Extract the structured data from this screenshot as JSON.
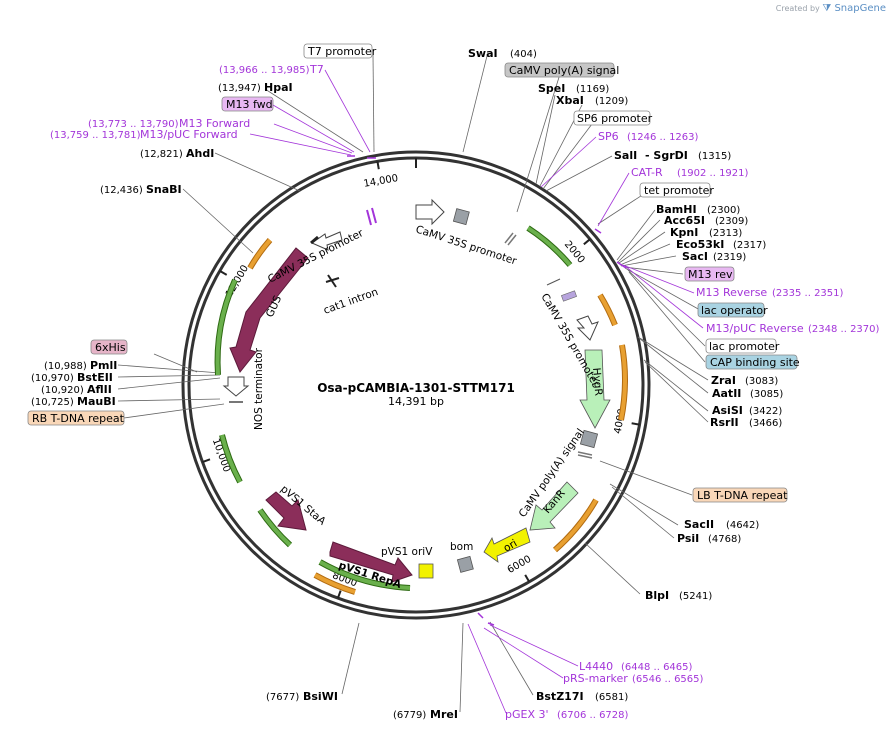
{
  "header": {
    "created_by": "Created by",
    "brand": "SnapGene"
  },
  "plasmid": {
    "name": "Osa-pCAMBIA-1301-STTM171",
    "length": "14,391 bp",
    "length_bp": 14391
  },
  "colors": {
    "backbone": "#333333",
    "primer": "#a335d9",
    "gus": "#8b2e5a",
    "orange_arrow": "#e8a031",
    "green_arrow": "#6ab04c",
    "ori": "#f2f200",
    "kanr": "#b9f0b9",
    "gray_box": "#9aa0a6",
    "label_gray": "#c6c6c6",
    "label_violet": "#e8b8f2",
    "label_blue": "#a9d3e2",
    "label_pink": "#e6b4c8",
    "label_peach": "#f9d7b8"
  },
  "ticks": [
    {
      "label": "2000",
      "pos": 2000
    },
    {
      "label": "4000",
      "pos": 4000
    },
    {
      "label": "6000",
      "pos": 6000
    },
    {
      "label": "8000",
      "pos": 8000
    },
    {
      "label": "10,000",
      "pos": 10000
    },
    {
      "label": "12,000",
      "pos": 12000
    },
    {
      "label": "14,000",
      "pos": 14000
    }
  ],
  "enzymes_right": [
    {
      "name": "SwaI",
      "pos": "(404)"
    },
    {
      "name": "SpeI",
      "pos": "(1169)"
    },
    {
      "name": "XbaI",
      "pos": "(1209)"
    },
    {
      "name": "SalI",
      "pos": ""
    },
    {
      "name": "- SgrDI",
      "pos": "(1315)"
    },
    {
      "name": "BamHI",
      "pos": "(2300)"
    },
    {
      "name": "Acc65I",
      "pos": "(2309)"
    },
    {
      "name": "KpnI",
      "pos": "(2313)"
    },
    {
      "name": "Eco53kI",
      "pos": "(2317)"
    },
    {
      "name": "SacI",
      "pos": "(2319)"
    },
    {
      "name": "ZraI",
      "pos": "(3083)"
    },
    {
      "name": "AatII",
      "pos": "(3085)"
    },
    {
      "name": "AsiSI",
      "pos": "(3422)"
    },
    {
      "name": "RsrII",
      "pos": "(3466)"
    },
    {
      "name": "SacII",
      "pos": "(4642)"
    },
    {
      "name": "PsiI",
      "pos": "(4768)"
    },
    {
      "name": "BlpI",
      "pos": "(5241)"
    },
    {
      "name": "BstZ17I",
      "pos": "(6581)"
    },
    {
      "name": "MreI",
      "pos": "(6779)"
    },
    {
      "name": "BsiWI",
      "pos": "(7677)"
    }
  ],
  "enzymes_left": [
    {
      "name": "HpaI",
      "pos": "(13,947)"
    },
    {
      "name": "AhdI",
      "pos": "(12,821)"
    },
    {
      "name": "SnaBI",
      "pos": "(12,436)"
    },
    {
      "name": "PmlI",
      "pos": "(10,988)"
    },
    {
      "name": "BstEII",
      "pos": "(10,970)"
    },
    {
      "name": "AflII",
      "pos": "(10,920)"
    },
    {
      "name": "MauBI",
      "pos": "(10,725)"
    }
  ],
  "primers": [
    {
      "name": "T7",
      "pos": "(13,966 .. 13,985)"
    },
    {
      "name": "M13 Forward",
      "pos": "(13,773 .. 13,790)"
    },
    {
      "name": "M13/pUC Forward",
      "pos": "(13,759 .. 13,781)"
    },
    {
      "name": "SP6",
      "pos": "(1246 .. 1263)"
    },
    {
      "name": "CAT-R",
      "pos": "(1902 .. 1921)"
    },
    {
      "name": "M13 Reverse",
      "pos": "(2335 .. 2351)"
    },
    {
      "name": "M13/pUC Reverse",
      "pos": "(2348 .. 2370)"
    },
    {
      "name": "L4440",
      "pos": "(6448 .. 6465)"
    },
    {
      "name": "pRS-marker",
      "pos": "(6546 .. 6565)"
    },
    {
      "name": "pGEX 3'",
      "pos": "(6706 .. 6728)"
    }
  ],
  "boxed_labels": [
    {
      "text": "T7 promoter"
    },
    {
      "text": "CaMV poly(A) signal"
    },
    {
      "text": "M13 fwd"
    },
    {
      "text": "SP6 promoter"
    },
    {
      "text": "tet promoter"
    },
    {
      "text": "M13 rev"
    },
    {
      "text": "lac operator"
    },
    {
      "text": "lac promoter"
    },
    {
      "text": "CAP binding site"
    },
    {
      "text": "6xHis"
    },
    {
      "text": "RB T-DNA repeat"
    },
    {
      "text": "LB T-DNA repeat"
    }
  ],
  "features": [
    {
      "name": "CaMV 35S promoter"
    },
    {
      "name": "CaMV 35S promoter"
    },
    {
      "name": "CaMV 35S promoter"
    },
    {
      "name": "cat1 intron"
    },
    {
      "name": "GUS"
    },
    {
      "name": "NOS terminator"
    },
    {
      "name": "HygR"
    },
    {
      "name": "CaMV poly(A) signal"
    },
    {
      "name": "KanR"
    },
    {
      "name": "ori"
    },
    {
      "name": "bom"
    },
    {
      "name": "pVS1 oriV"
    },
    {
      "name": "pVS1 RepA"
    },
    {
      "name": "pVS1 StaA"
    }
  ]
}
